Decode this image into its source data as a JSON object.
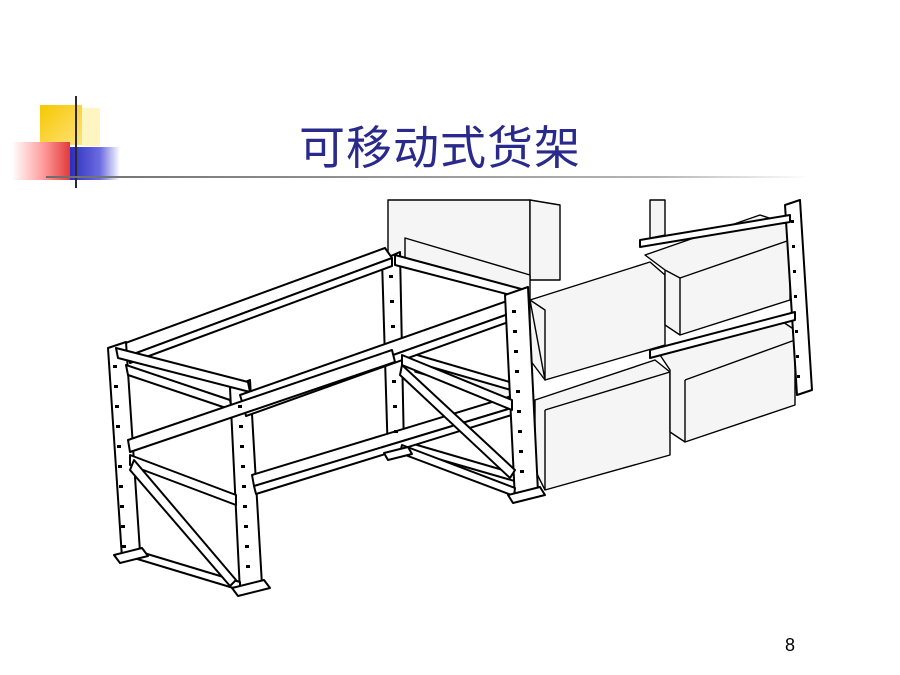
{
  "slide": {
    "title": "可移动式货架",
    "page_number": "8"
  },
  "colors": {
    "title": "#2a2a8c",
    "logo_yellow": "#f5c800",
    "logo_red": "#e23a3a",
    "logo_blue": "#2e2ebf",
    "rule": "#7f7f7f"
  },
  "icons": [
    "corner-squares-logo",
    "rack-illustration"
  ]
}
